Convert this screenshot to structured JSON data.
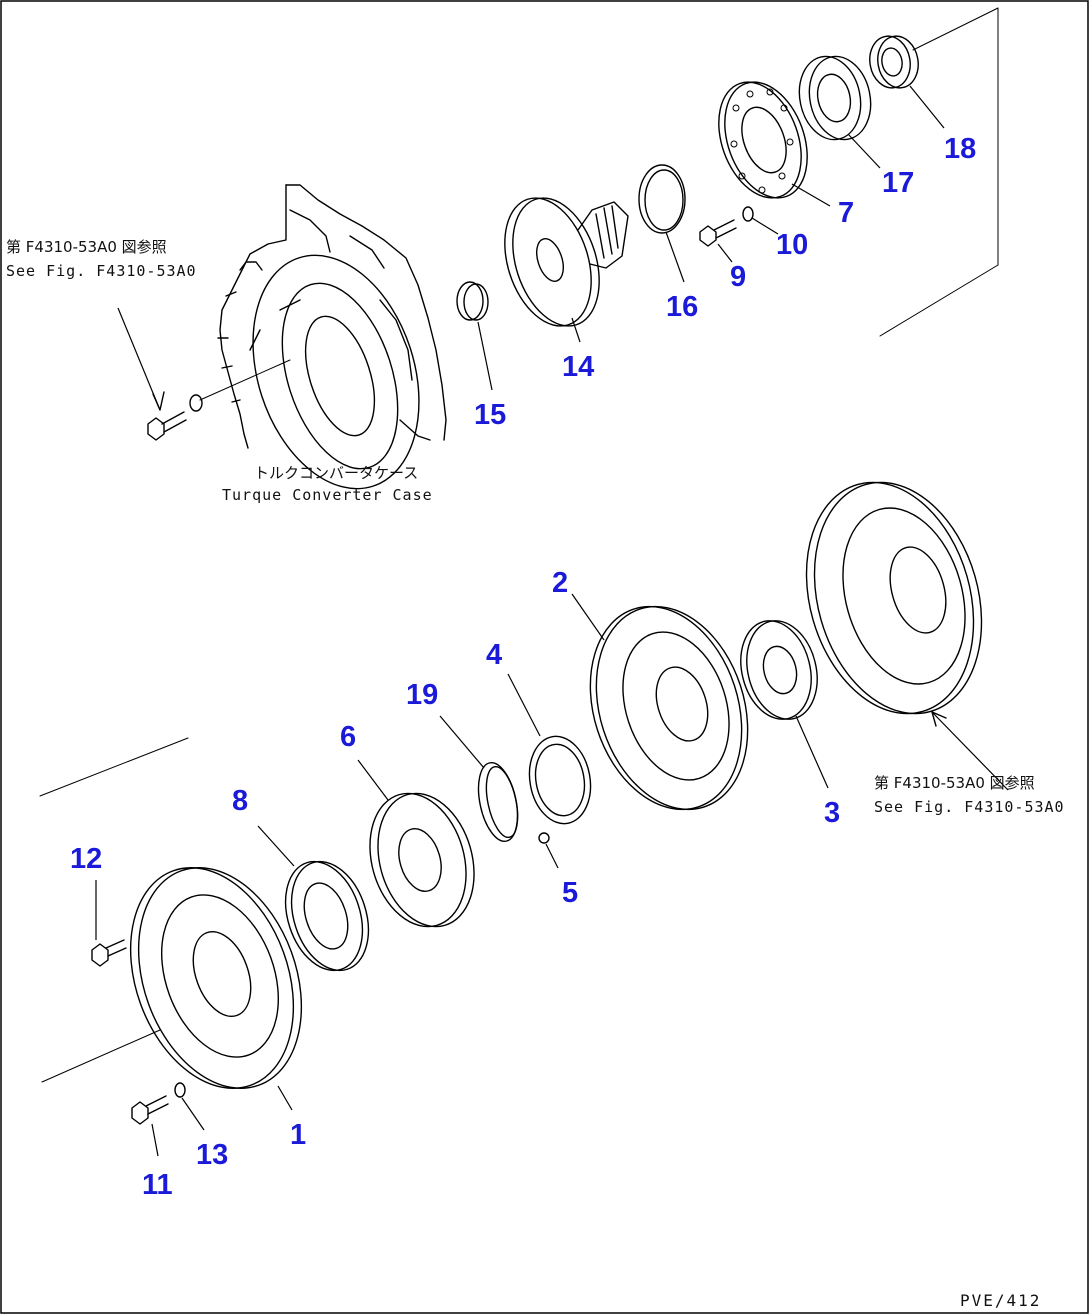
{
  "diagram": {
    "page_id": "PVE/412",
    "notes": {
      "ref_top_left_jp": "第 F4310-53A0 図参照",
      "ref_top_left_en": "See Fig. F4310-53A0",
      "case_jp": "トルクコンバータケース",
      "case_en": "Turque Converter Case",
      "ref_right_jp": "第 F4310-53A0 図参照",
      "ref_right_en": "See Fig. F4310-53A0"
    },
    "callouts": {
      "c1": "1",
      "c2": "2",
      "c3": "3",
      "c4": "4",
      "c5": "5",
      "c6": "6",
      "c7": "7",
      "c8": "8",
      "c9": "9",
      "c10": "10",
      "c11": "11",
      "c12": "12",
      "c13": "13",
      "c14": "14",
      "c15": "15",
      "c16": "16",
      "c17": "17",
      "c18": "18",
      "c19": "19"
    },
    "colors": {
      "callout": "#1a1ad8",
      "line": "#000000",
      "background": "#ffffff"
    }
  }
}
